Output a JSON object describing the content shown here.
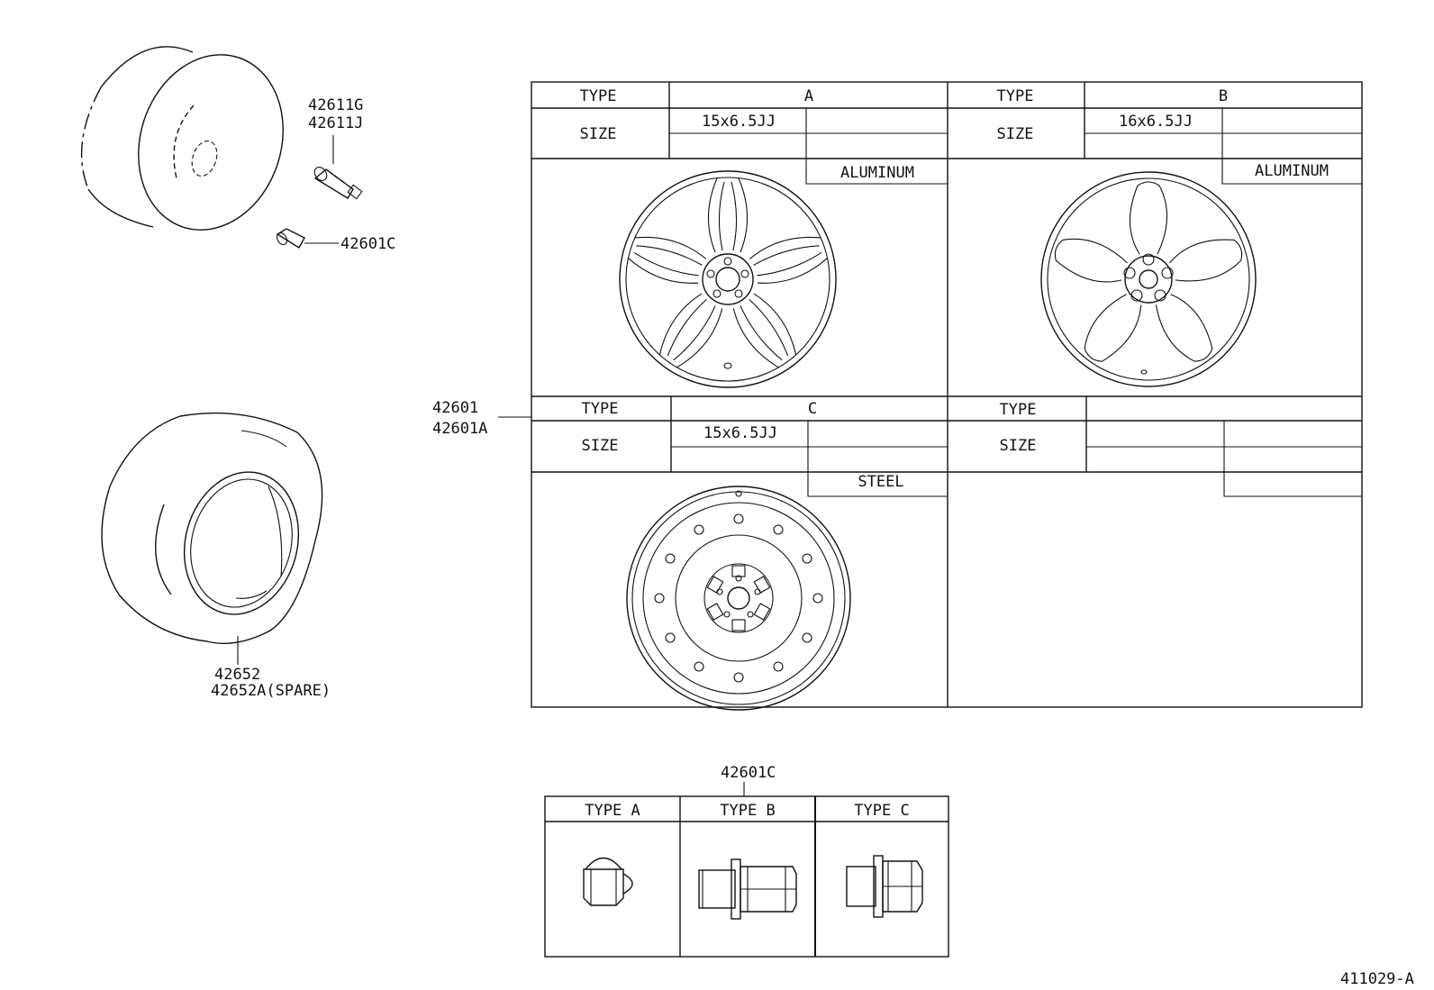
{
  "callouts": {
    "valve_a": "42611G",
    "valve_b": "42611J",
    "lug_nut": "42601C",
    "wheel_a": "42601",
    "wheel_b": "42601A",
    "tire_a": "42652",
    "tire_b": "42652A(SPARE)",
    "nut_table": "42601C",
    "figure_id": "411029-A"
  },
  "wheel_table": {
    "type_label": "TYPE",
    "size_label": "SIZE",
    "cells": [
      {
        "type": "A",
        "size": "15x6.5JJ",
        "material": "ALUMINUM"
      },
      {
        "type": "B",
        "size": "16x6.5JJ",
        "material": "ALUMINUM"
      },
      {
        "type": "C",
        "size": "15x6.5JJ",
        "material": "STEEL"
      },
      {
        "type": "",
        "size": "",
        "material": ""
      }
    ]
  },
  "nut_table": {
    "headers": [
      "TYPE A",
      "TYPE B",
      "TYPE C"
    ]
  }
}
